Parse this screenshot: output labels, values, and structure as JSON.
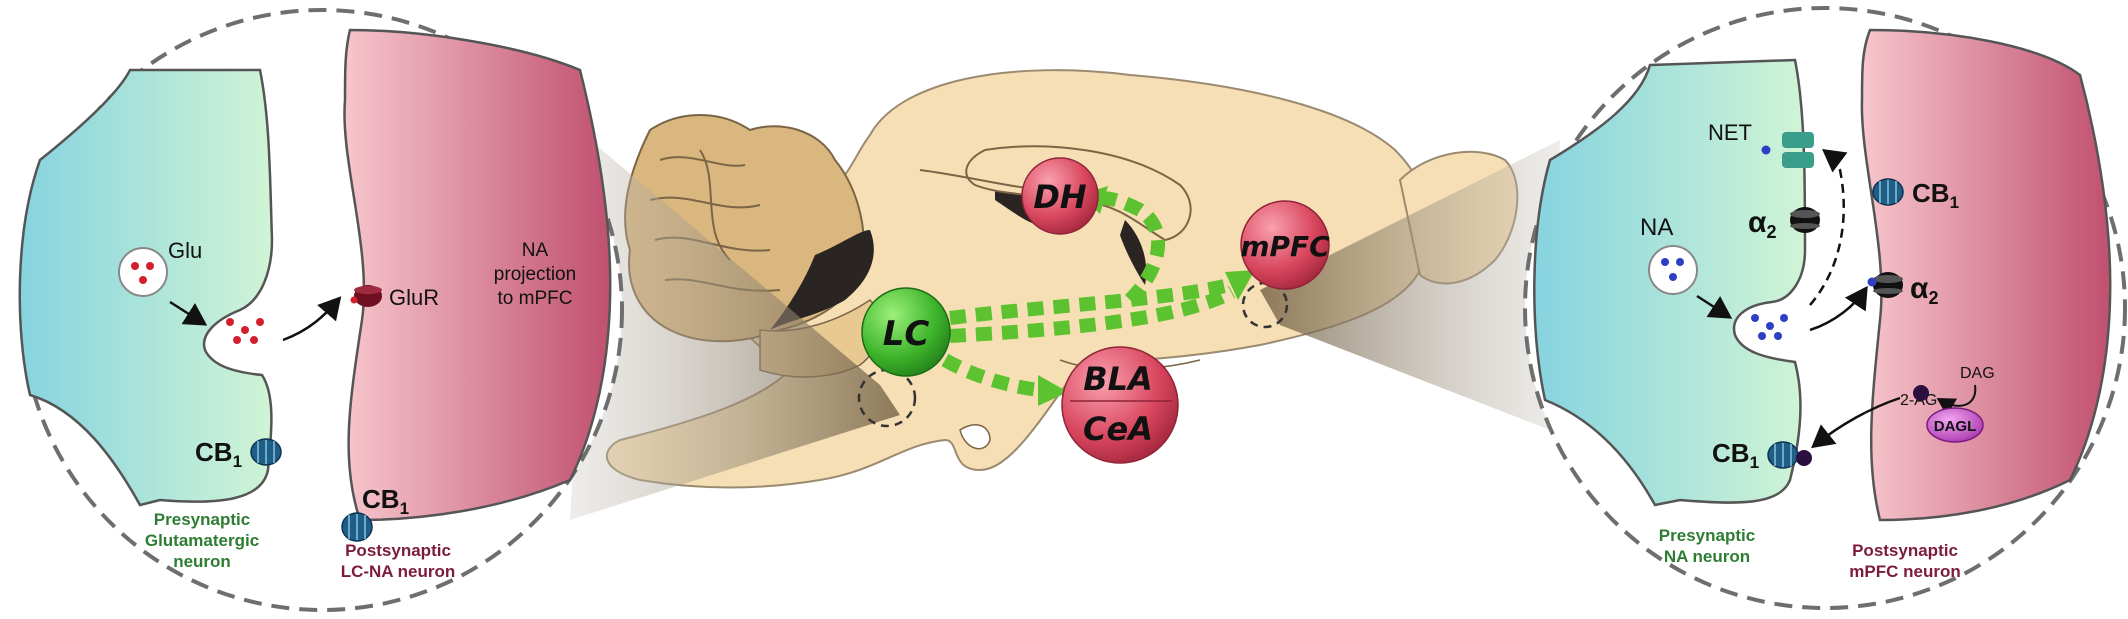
{
  "regions": {
    "lc": "LC",
    "dh": "DH",
    "mpfc": "mPFC",
    "bla": "BLA",
    "cea": "CeA"
  },
  "left_panel": {
    "glu": "Glu",
    "glur": "GluR",
    "cb1_pre": "CB",
    "cb1_post": "CB",
    "cb1_sub": "1",
    "projection_line1": "NA",
    "projection_line2": "projection",
    "projection_line3": "to mPFC",
    "pre_caption": [
      "Presynaptic",
      "Glutamatergic",
      "neuron"
    ],
    "post_caption": [
      "Postsynaptic",
      "LC-NA neuron"
    ]
  },
  "right_panel": {
    "na": "NA",
    "net": "NET",
    "alpha2_pre": "α",
    "alpha2_post": "α",
    "alpha_sub": "2",
    "cb1_post": "CB",
    "cb1_pre": "CB",
    "cb1_sub": "1",
    "two_ag": "2-AG",
    "dag": "DAG",
    "dagl": "DAGL",
    "pre_caption": [
      "Presynaptic",
      "NA neuron"
    ],
    "post_caption": [
      "Postsynaptic",
      "mPFC neuron"
    ]
  },
  "colors": {
    "presynaptic_cyan": "#8fd6de",
    "presynaptic_mint": "#c8f0d4",
    "postsynaptic_pink": "#f4b8c2",
    "postsynaptic_maroon": "#c25878",
    "brain_tan": "#f6dfb4",
    "lc_green": "#4cc23c",
    "region_red": "#d9475e",
    "projection_green": "#5dc230",
    "cb1_blue": "#1f5e86"
  }
}
